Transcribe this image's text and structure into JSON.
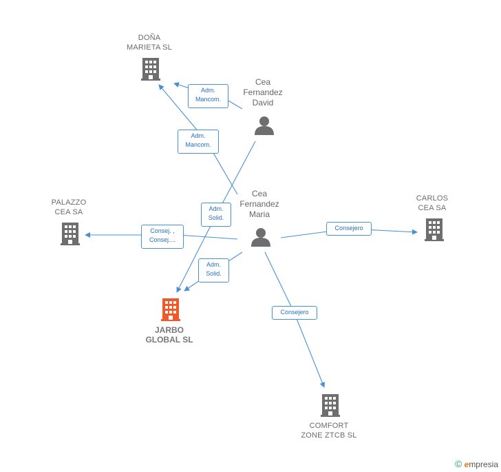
{
  "nodes": {
    "dona_marieta": {
      "label": "DOÑA\nMARIETA  SL",
      "type": "company"
    },
    "cea_david": {
      "label": "Cea\nFernandez\nDavid",
      "type": "person"
    },
    "palazzo": {
      "label": "PALAZZO\nCEA SA",
      "type": "company"
    },
    "cea_maria": {
      "label": "Cea\nFernandez\nMaria",
      "type": "person"
    },
    "carlos": {
      "label": "CARLOS\nCEA SA",
      "type": "company"
    },
    "jarbo": {
      "label": "JARBO\nGLOBAL  SL",
      "type": "company-main"
    },
    "comfort": {
      "label": "COMFORT\nZONE ZTCB  SL",
      "type": "company"
    }
  },
  "relations": {
    "david_dona": "Adm.\nMancom.",
    "maria_dona": "Adm.\nMancom.",
    "david_jarbo": "Adm.\nSolid.",
    "maria_palazzo": "Consej. ,\nConsej....",
    "maria_jarbo": "Adm.\nSolid.",
    "maria_carlos": "Consejero",
    "maria_comfort": "Consejero"
  },
  "colors": {
    "edge": "#4a90d9",
    "company_icon": "#6e6e6e",
    "main_company_icon": "#f05a28",
    "person_icon": "#6e6e6e"
  },
  "watermark": {
    "symbol": "©",
    "initial": "e",
    "rest": "mpresia"
  }
}
